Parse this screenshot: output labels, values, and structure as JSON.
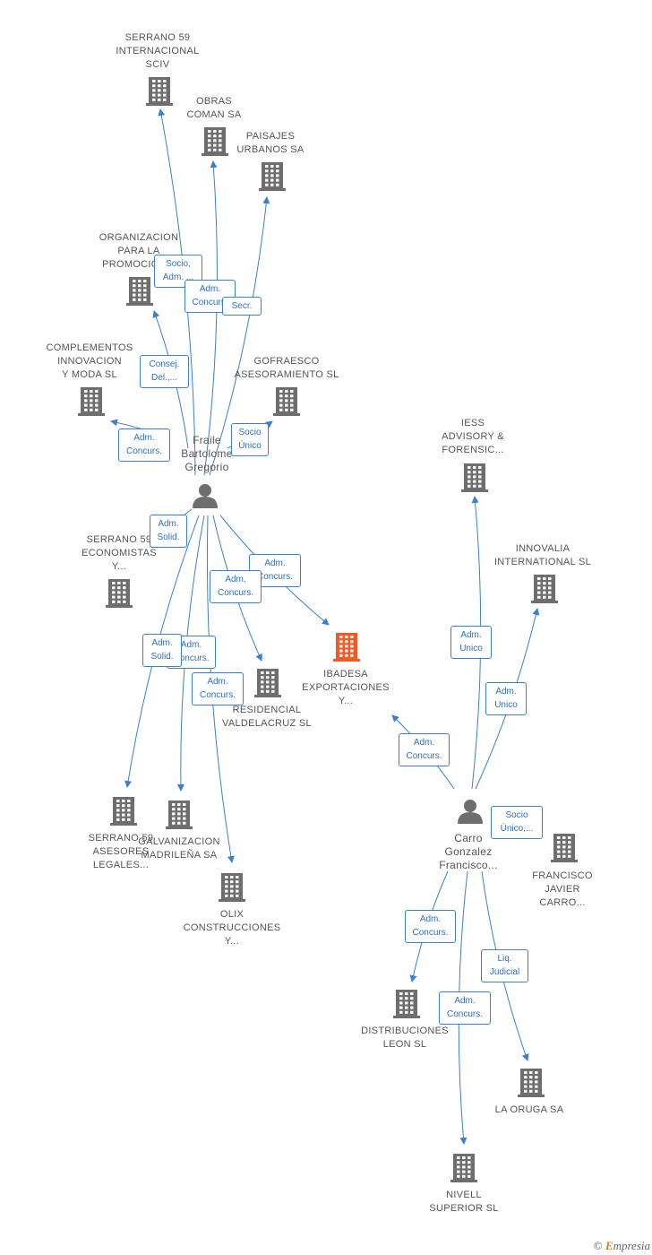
{
  "colors": {
    "edge": "#3a7fd5",
    "node": "#6e6e6e",
    "highlight": "#f05a28",
    "label": "#555555",
    "relation_text": "#2f6fc4"
  },
  "nodes": [
    {
      "id": "serrano59int",
      "kind": "company",
      "lines": [
        "SERRANO 59",
        "INTERNACIONAL",
        "SCIV"
      ]
    },
    {
      "id": "obras",
      "kind": "company",
      "lines": [
        "OBRAS",
        "COMAN SA"
      ]
    },
    {
      "id": "paisajes",
      "kind": "company",
      "lines": [
        "PAISAJES",
        "URBANOS SA"
      ]
    },
    {
      "id": "organizacion",
      "kind": "company",
      "lines": [
        "ORGANIZACION",
        "PARA LA",
        "PROMOCION..."
      ]
    },
    {
      "id": "complementos",
      "kind": "company",
      "lines": [
        "COMPLEMENTOS",
        "INNOVACION",
        "Y MODA SL"
      ]
    },
    {
      "id": "gofraesco",
      "kind": "company",
      "lines": [
        "GOFRAESCO",
        "ASESORAMIENTO SL"
      ]
    },
    {
      "id": "fraile",
      "kind": "person",
      "lines": [
        "Fraile",
        "Bartolome",
        "Gregorio"
      ]
    },
    {
      "id": "serrano59eco",
      "kind": "company",
      "lines": [
        "SERRANO 59",
        "ECONOMISTAS",
        "Y..."
      ]
    },
    {
      "id": "ibadesa",
      "kind": "company",
      "highlight": true,
      "lines": [
        "IBADESA",
        "EXPORTACIONES",
        "Y..."
      ]
    },
    {
      "id": "residencial",
      "kind": "company",
      "lines": [
        "RESIDENCIAL",
        "VALDELACRUZ SL"
      ]
    },
    {
      "id": "serrano59ase",
      "kind": "company",
      "lines": [
        "SERRANO 59",
        "ASESORES",
        "LEGALES..."
      ]
    },
    {
      "id": "galvanizacion",
      "kind": "company",
      "lines": [
        "GALVANIZACION",
        "MADRILEÑA SA"
      ]
    },
    {
      "id": "olix",
      "kind": "company",
      "lines": [
        "OLIX",
        "CONSTRUCCIONES",
        "Y..."
      ]
    },
    {
      "id": "iess",
      "kind": "company",
      "lines": [
        "IESS",
        "ADVISORY &",
        "FORENSIC..."
      ]
    },
    {
      "id": "innovalia",
      "kind": "company",
      "lines": [
        "INNOVALIA",
        "INTERNATIONAL SL"
      ]
    },
    {
      "id": "carro",
      "kind": "person",
      "lines": [
        "Carro",
        "Gonzalez",
        "Francisco..."
      ]
    },
    {
      "id": "franciscojavier",
      "kind": "company",
      "lines": [
        "FRANCISCO",
        "JAVIER",
        "CARRO..."
      ]
    },
    {
      "id": "distribuciones",
      "kind": "company",
      "lines": [
        "DISTRIBUCIONES",
        "LEON SL"
      ]
    },
    {
      "id": "laoruga",
      "kind": "company",
      "lines": [
        "LA ORUGA SA"
      ]
    },
    {
      "id": "nivell",
      "kind": "company",
      "lines": [
        "NIVELL",
        "SUPERIOR SL"
      ]
    }
  ],
  "relations": [
    {
      "id": "r1",
      "lines": [
        "Socio,",
        "Adm. ..."
      ]
    },
    {
      "id": "r2",
      "lines": [
        "Adm.",
        "Concurs."
      ]
    },
    {
      "id": "r3",
      "lines": [
        "Secr."
      ]
    },
    {
      "id": "r4",
      "lines": [
        "Consej.",
        "Del.,..."
      ]
    },
    {
      "id": "r5",
      "lines": [
        "Adm.",
        "Concurs."
      ]
    },
    {
      "id": "r6",
      "lines": [
        "Socio",
        "Único"
      ]
    },
    {
      "id": "r7",
      "lines": [
        "Adm.",
        "Solid."
      ]
    },
    {
      "id": "r8",
      "lines": [
        "Adm.",
        "Concurs."
      ]
    },
    {
      "id": "r9",
      "lines": [
        "Adm.",
        "Concurs."
      ]
    },
    {
      "id": "r10",
      "lines": [
        "Adm.",
        "Concurs."
      ]
    },
    {
      "id": "r11",
      "lines": [
        "Adm.",
        "Solid."
      ]
    },
    {
      "id": "r12",
      "lines": [
        "Adm.",
        "Concurs."
      ]
    },
    {
      "id": "r13",
      "lines": [
        "Adm.",
        "Unico"
      ]
    },
    {
      "id": "r14",
      "lines": [
        "Adm.",
        "Unico"
      ]
    },
    {
      "id": "r15",
      "lines": [
        "Adm.",
        "Concurs."
      ]
    },
    {
      "id": "r16",
      "lines": [
        "Socio",
        "Único,..."
      ]
    },
    {
      "id": "r17",
      "lines": [
        "Adm.",
        "Concurs."
      ]
    },
    {
      "id": "r18",
      "lines": [
        "Liq.",
        "Judicial"
      ]
    },
    {
      "id": "r19",
      "lines": [
        "Adm.",
        "Concurs."
      ]
    }
  ],
  "footer": {
    "copyright": "©",
    "brand_initial": "E",
    "brand_rest": "mpresia"
  }
}
